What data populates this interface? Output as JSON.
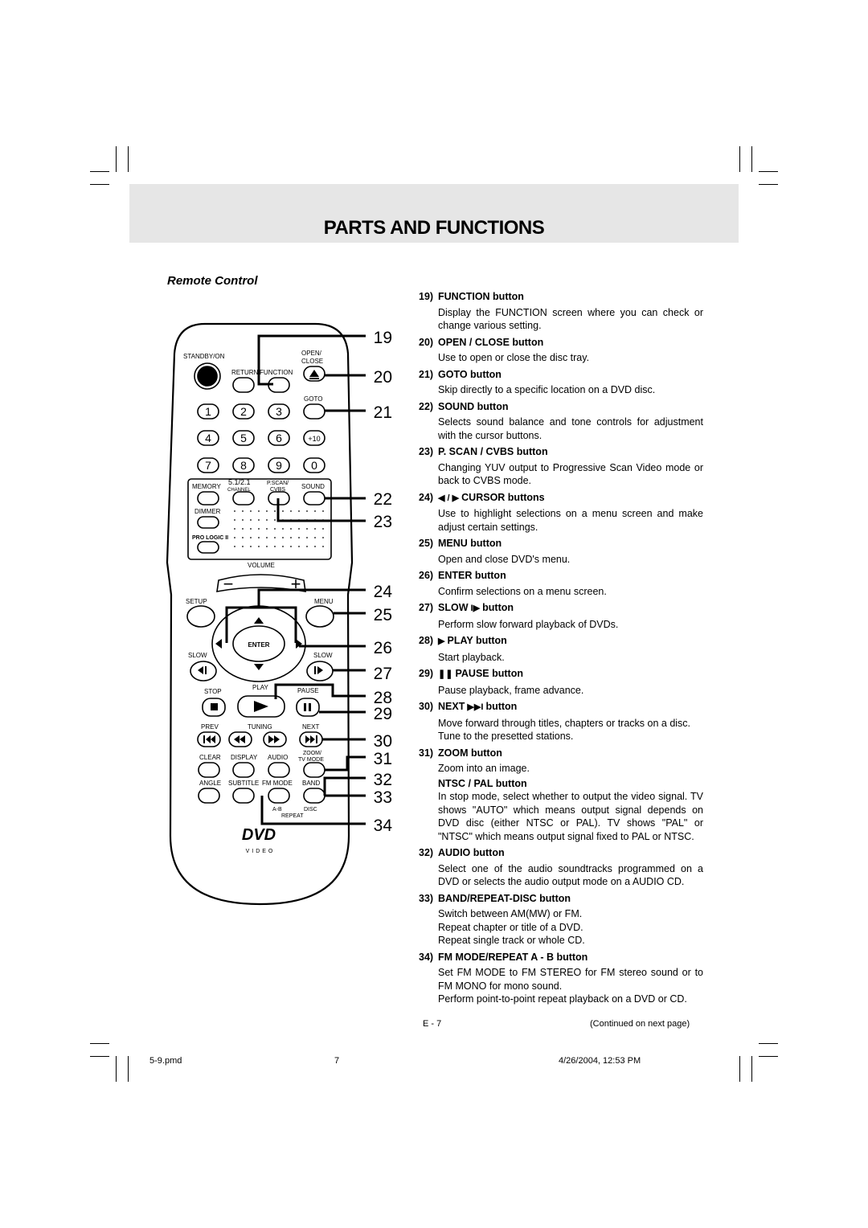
{
  "page": {
    "title": "PARTS AND FUNCTIONS",
    "subtitle": "Remote Control",
    "page_number": "E - 7",
    "continued": "(Continued on next page)",
    "footer_file": "5-9.pmd",
    "footer_page": "7",
    "footer_timestamp": "4/26/2004, 12:53 PM"
  },
  "remote": {
    "standby_label": "STANDBY/ON",
    "open_close_label_1": "OPEN/",
    "open_close_label_2": "CLOSE",
    "return_label": "RETURN",
    "function_label": "FUNCTION",
    "goto_label": "GOTO",
    "digits": [
      "1",
      "2",
      "3",
      "4",
      "5",
      "6",
      "7",
      "8",
      "9",
      "0"
    ],
    "plus10": "+10",
    "memory_label": "MEMORY",
    "channel_label_1": "5.1/2.1",
    "channel_label_2": "CHANNEL",
    "pscan_label_1": "P.SCAN/",
    "pscan_label_2": "CVBS",
    "sound_label": "SOUND",
    "dimmer_label": "DIMMER",
    "prologic_label": "PRO LOGIC II",
    "volume_label": "VOLUME",
    "volume_minus": "−",
    "volume_plus": "+",
    "setup_label": "SETUP",
    "menu_label": "MENU",
    "enter_label": "ENTER",
    "slow_left_label": "SLOW",
    "slow_right_label": "SLOW",
    "stop_label": "STOP",
    "play_label": "PLAY",
    "pause_label": "PAUSE",
    "prev_label": "PREV",
    "tuning_label": "TUNING",
    "next_label": "NEXT",
    "clear_label": "CLEAR",
    "display_label": "DISPLAY",
    "audio_label": "AUDIO",
    "zoom_label_1": "ZOOM/",
    "zoom_label_2": "TV MODE",
    "angle_label": "ANGLE",
    "subtitle_label": "SUBTITLE",
    "fmmode_label": "FM MODE",
    "band_label": "BAND",
    "ab_label": "A-B",
    "disc_label": "DISC",
    "repeat_label": "REPEAT",
    "logo_text": "DVD",
    "logo_sub": "VIDEO"
  },
  "callouts": [
    "19",
    "20",
    "21",
    "22",
    "23",
    "24",
    "25",
    "26",
    "27",
    "28",
    "29",
    "30",
    "31",
    "32",
    "33",
    "34"
  ],
  "items": [
    {
      "num": "19)",
      "title": "FUNCTION button",
      "body": [
        "Display the FUNCTION screen where you can check or change various setting."
      ]
    },
    {
      "num": "20)",
      "title": "OPEN / CLOSE button",
      "body": [
        "Use to open or close the disc tray."
      ]
    },
    {
      "num": "21)",
      "title": "GOTO button",
      "body": [
        "Skip directly to a specific location on a DVD disc."
      ]
    },
    {
      "num": "22)",
      "title": "SOUND button",
      "body": [
        "Selects sound balance and tone controls for adjustment with the cursor buttons."
      ]
    },
    {
      "num": "23)",
      "title": "P. SCAN / CVBS button",
      "body": [
        "Changing YUV output to Progressive Scan Video mode or back to CVBS mode."
      ]
    },
    {
      "num": "24)",
      "glyph": "◀ / ▶",
      "title": "CURSOR buttons",
      "body": [
        "Use to highlight selections on a menu screen and make adjust certain settings."
      ]
    },
    {
      "num": "25)",
      "title": "MENU button",
      "body": [
        "Open and close DVD's menu."
      ]
    },
    {
      "num": "26)",
      "title": "ENTER button",
      "body": [
        "Confirm selections on a menu screen."
      ]
    },
    {
      "num": "27)",
      "title": "SLOW",
      "glyph_after": "I▶",
      "title2": "button",
      "body": [
        "Perform slow forward playback of DVDs."
      ]
    },
    {
      "num": "28)",
      "glyph": "▶",
      "title": "PLAY button",
      "body": [
        "Start playback."
      ]
    },
    {
      "num": "29)",
      "glyph": "❚❚",
      "title": "PAUSE button",
      "body": [
        "Pause playback, frame advance."
      ]
    },
    {
      "num": "30)",
      "title": "NEXT",
      "glyph_after": "▶▶I",
      "title2": "button",
      "body": [
        "Move forward through titles, chapters or tracks on a disc.",
        "Tune to the presetted stations."
      ]
    },
    {
      "num": "31)",
      "title": "ZOOM button",
      "body": [
        "Zoom into an image."
      ],
      "sub": "NTSC / PAL button",
      "sub_body": [
        "In stop mode, select whether to output the video signal. TV shows \"AUTO\" which means output signal depends on DVD disc (either NTSC or PAL).  TV shows \"PAL\" or \"NTSC\" which means output signal fixed to PAL or NTSC."
      ]
    },
    {
      "num": "32)",
      "title": "AUDIO button",
      "body": [
        "Select one of the audio soundtracks programmed on a DVD or selects the audio output mode on a AUDIO CD."
      ]
    },
    {
      "num": "33)",
      "title": "BAND/REPEAT-DISC button",
      "body": [
        "Switch between AM(MW) or FM.",
        "Repeat chapter or title of a DVD.",
        "Repeat single track or whole CD."
      ]
    },
    {
      "num": "34)",
      "title": "FM MODE/REPEAT A - B button",
      "body": [
        "Set FM MODE to FM STEREO for FM stereo sound or to FM MONO for mono sound.",
        "Perform point-to-point repeat playback on a DVD or CD."
      ]
    }
  ]
}
